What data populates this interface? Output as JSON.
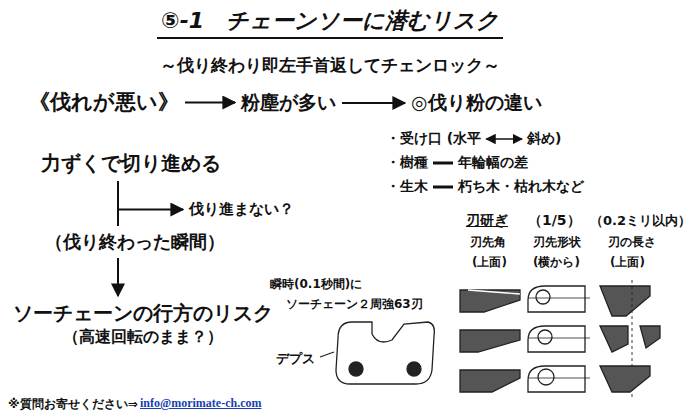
{
  "diagram": {
    "title": "⑤-1　チェーンソーに潜むリスク",
    "nodes": [
      {
        "text": [
          "《伐れが悪い》"
        ]
      },
      {
        "text": [
          "粉塵が多い"
        ]
      },
      {
        "text": [
          "◎伐り粉の違い"
        ]
      },
      {
        "text": [
          "力ずくで切り進める"
        ]
      },
      {
        "text": [
          "伐り進まない？"
        ]
      },
      {
        "text": [
          "（伐り終わった瞬間）"
        ]
      },
      {
        "text": [
          "ソーチェーンの行方のリスク",
          "（高速回転のまま？）"
        ]
      }
    ],
    "edges": [
      {
        "from": 0,
        "to": 1,
        "arrow": "to"
      },
      {
        "from": 1,
        "to": 2,
        "arrow": "to"
      },
      {
        "from": 3,
        "to": 4,
        "arrow": "to"
      },
      {
        "from": 3,
        "to": 5,
        "arrow": "none"
      },
      {
        "from": 5,
        "to": 6,
        "arrow": "to"
      }
    ],
    "labels": [
      "～伐り終わり即左手首返してチェンロック～",
      "・受け口 (水平",
      "斜め)",
      "・樹種",
      "年輪幅の差",
      "・生木",
      "朽ち木・枯れ木など",
      "刃研ぎ",
      "（1/5）",
      "（0.2ミリ以内）",
      "刃先角",
      "刃先形状",
      "刃の長さ",
      "(上面)",
      "(横から)",
      "(上面)",
      "瞬時(0.1秒間)に",
      "ソーチェーン２周強63刃",
      "デプス",
      "※質問お寄せください⇒",
      "info@morimate-ch.com"
    ]
  }
}
